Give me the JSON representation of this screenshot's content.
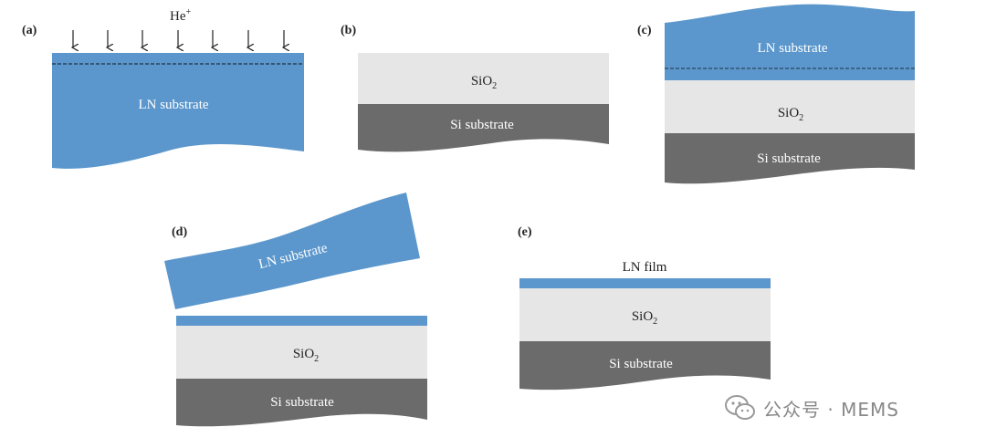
{
  "colors": {
    "ln": "#5b97cc",
    "sio2": "#e6e6e6",
    "si": "#6b6b6b",
    "text_dark": "#222222",
    "text_light": "#ffffff"
  },
  "panels": {
    "a": {
      "label": "(a)",
      "ion": "He",
      "ion_sup": "+",
      "substrate": "LN substrate"
    },
    "b": {
      "label": "(b)",
      "oxide_base": "SiO",
      "oxide_sub": "2",
      "substrate": "Si substrate"
    },
    "c": {
      "label": "(c)",
      "top": "LN substrate",
      "oxide_base": "SiO",
      "oxide_sub": "2",
      "substrate": "Si substrate"
    },
    "d": {
      "label": "(d)",
      "top": "LN substrate",
      "oxide_base": "SiO",
      "oxide_sub": "2",
      "substrate": "Si substrate"
    },
    "e": {
      "label": "(e)",
      "film": "LN film",
      "oxide_base": "SiO",
      "oxide_sub": "2",
      "substrate": "Si substrate"
    }
  },
  "watermark": {
    "text": "公众号 · MEMS",
    "icon": "wechat-icon"
  }
}
